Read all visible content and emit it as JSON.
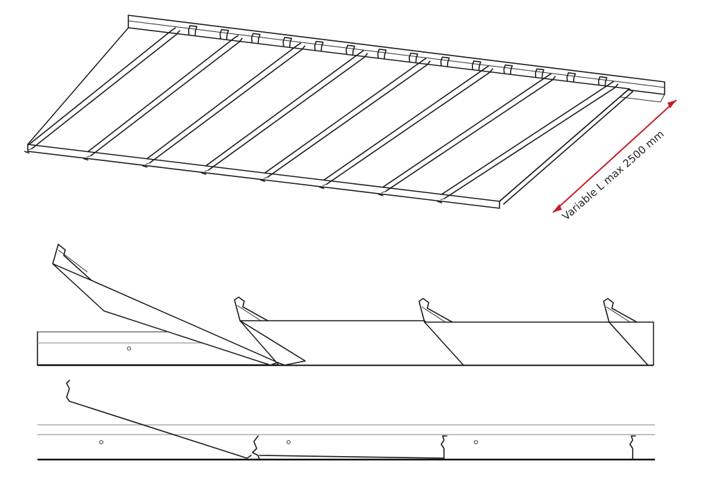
{
  "dimension": {
    "label": "Variable L max 2500 mm",
    "arrow_color": "#c0202a"
  },
  "views": {
    "iso_panel_count": 8,
    "mid_panel_count": 4,
    "bottom_hook_count": 4
  },
  "colors": {
    "line": "#1a1a1a",
    "line_grey": "#9a9a9a",
    "background": "#ffffff"
  }
}
